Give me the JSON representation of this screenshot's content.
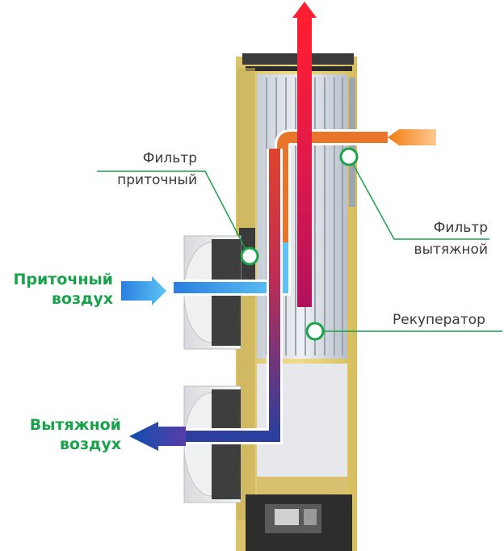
{
  "labels": {
    "supply_filter": [
      "Фильтр",
      "приточный"
    ],
    "exhaust_filter": [
      "Фильтр",
      "вытяжной"
    ],
    "supply_air": [
      "Приточный",
      "воздух"
    ],
    "exhaust_air": [
      "Вытяжной",
      "воздух"
    ],
    "recuperator": "Рекуператор"
  },
  "colors": {
    "accent_green": "#1aa24a",
    "casing_yellow": "#e9d27a",
    "hot_red": "#e8163a",
    "cold_blue": "#1565c0",
    "orange": "#f07c12"
  }
}
